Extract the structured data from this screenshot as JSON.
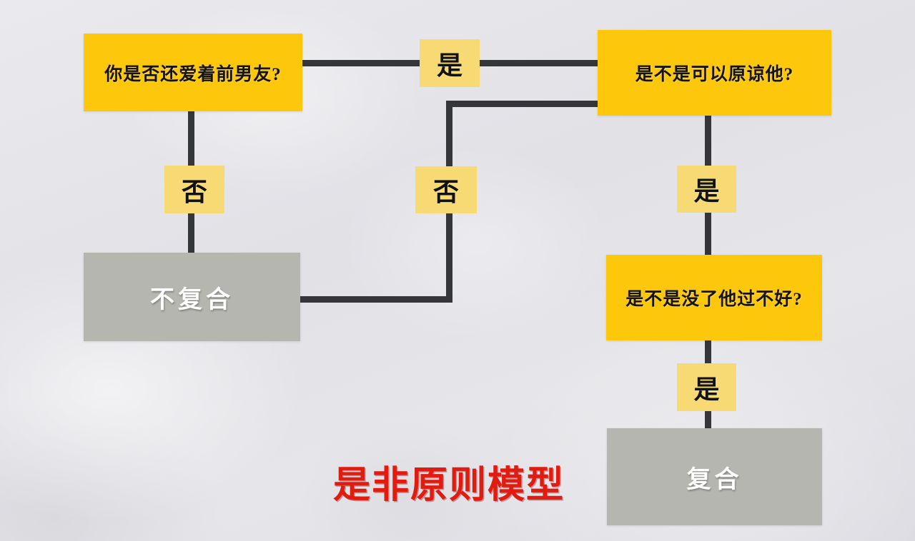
{
  "diagram": {
    "caption": "是非原则模型",
    "caption_color": "#e01c10",
    "background_color": "#e3e3e7",
    "decision_color": "#fdc70b",
    "terminal_color": "#b6b6b1",
    "connector_color": "#35363a",
    "edge_label_color": "#f7da73",
    "nodes": [
      {
        "id": "q1",
        "type": "decision",
        "label": "你是否还爱着前男友?"
      },
      {
        "id": "q2",
        "type": "decision",
        "label": "是不是可以原谅他?"
      },
      {
        "id": "q3",
        "type": "decision",
        "label": "是不是没了他过不好?"
      },
      {
        "id": "r1",
        "type": "terminal",
        "label": "不复合"
      },
      {
        "id": "r2",
        "type": "terminal",
        "label": "复合"
      }
    ],
    "edges": [
      {
        "from": "q1",
        "to": "q2",
        "label": "是"
      },
      {
        "from": "q1",
        "to": "r1",
        "label": "否"
      },
      {
        "from": "q2",
        "to": "r1",
        "label": "否"
      },
      {
        "from": "q2",
        "to": "q3",
        "label": "是"
      },
      {
        "from": "q3",
        "to": "r2",
        "label": "是"
      }
    ]
  }
}
